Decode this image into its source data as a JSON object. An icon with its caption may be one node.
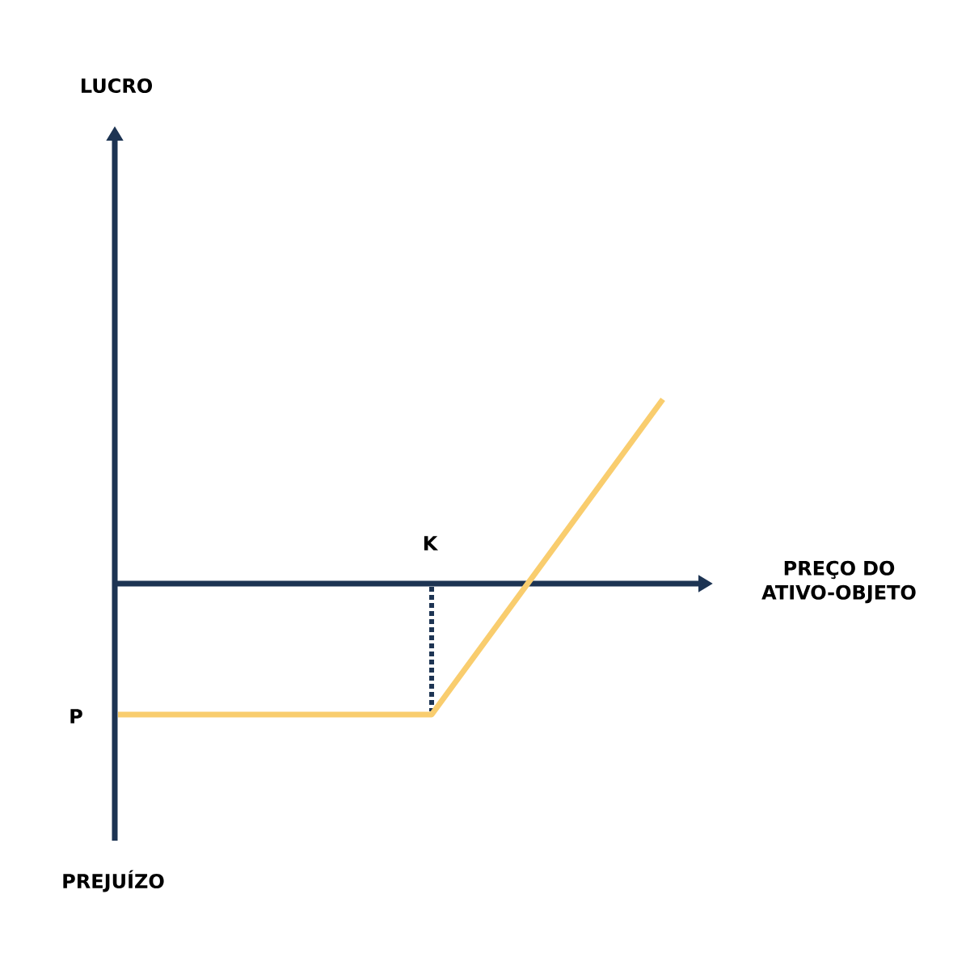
{
  "diagram": {
    "labels": [
      "LUCRO",
      "K",
      "PREÇO DO ATIVO-OBJETO",
      "P",
      "PREJUÍZO"
    ]
  }
}
